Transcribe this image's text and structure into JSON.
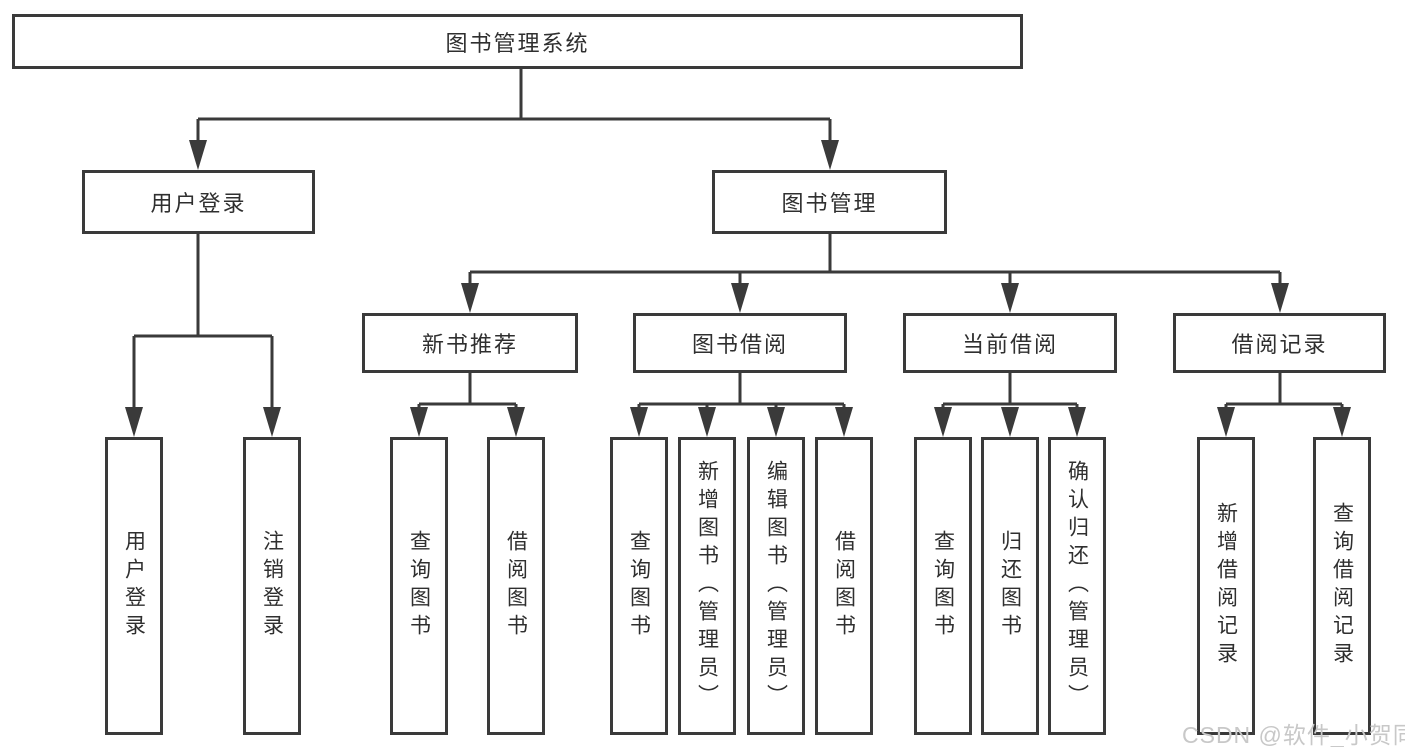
{
  "diagram": {
    "root": {
      "label": "图书管理系统"
    },
    "children": [
      {
        "label": "用户登录",
        "children": [
          {
            "label": "用户登录"
          },
          {
            "label": "注销登录"
          }
        ]
      },
      {
        "label": "图书管理",
        "children": [
          {
            "label": "新书推荐",
            "children": [
              {
                "label": "查询图书"
              },
              {
                "label": "借阅图书"
              }
            ]
          },
          {
            "label": "图书借阅",
            "children": [
              {
                "label": "查询图书"
              },
              {
                "label": "新增图书（管理员）"
              },
              {
                "label": "编辑图书（管理员）"
              },
              {
                "label": "借阅图书"
              }
            ]
          },
          {
            "label": "当前借阅",
            "children": [
              {
                "label": "查询图书"
              },
              {
                "label": "归还图书"
              },
              {
                "label": "确认归还（管理员）"
              }
            ]
          },
          {
            "label": "借阅记录",
            "children": [
              {
                "label": "新增借阅记录"
              },
              {
                "label": "查询借阅记录"
              }
            ]
          }
        ]
      }
    ]
  },
  "watermark": {
    "text": "CSDN @软件_小贺同学"
  },
  "colors": {
    "line": "#3a3a3a",
    "text": "#2f2f2f",
    "background": "#ffffff",
    "watermark": "#c8c8c8"
  }
}
